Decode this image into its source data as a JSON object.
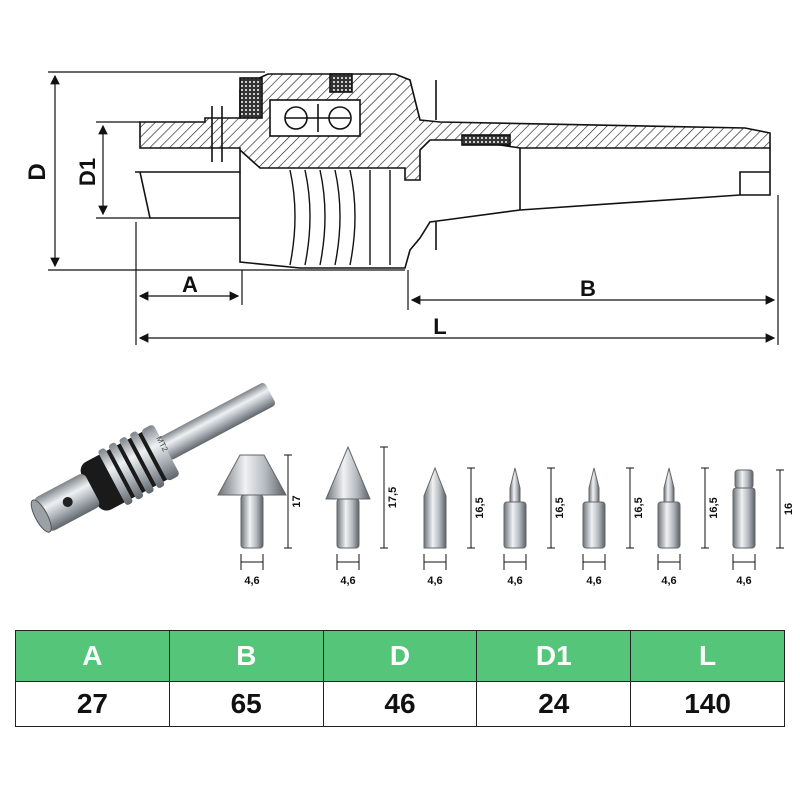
{
  "drawing": {
    "dim_labels": {
      "D": "D",
      "D1": "D1",
      "A": "A",
      "B": "B",
      "L": "L"
    },
    "taper_marking": "MT2"
  },
  "tips": [
    {
      "height": "17",
      "shank": "4,6"
    },
    {
      "height": "17,5",
      "shank": "4,6"
    },
    {
      "height": "16,5",
      "shank": "4,6"
    },
    {
      "height": "16,5",
      "shank": "4,6"
    },
    {
      "height": "16,5",
      "shank": "4,6"
    },
    {
      "height": "16,5",
      "shank": "4,6"
    },
    {
      "height": "16",
      "shank": "4,6"
    }
  ],
  "spec_table": {
    "headers": [
      "A",
      "B",
      "D",
      "D1",
      "L"
    ],
    "values": [
      "27",
      "65",
      "46",
      "24",
      "140"
    ]
  },
  "colors": {
    "header_green": "#55c57a",
    "steel": "#c9ced3",
    "black_ring": "#1a1a1a"
  }
}
